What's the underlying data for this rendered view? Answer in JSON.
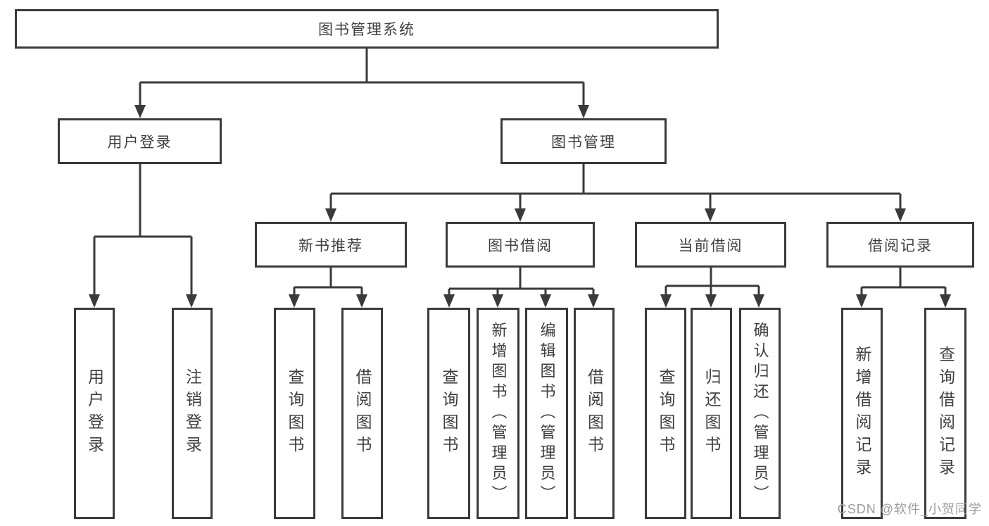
{
  "diagram_title": "图书管理系统",
  "tree": {
    "label": "图书管理系统",
    "children": [
      {
        "label": "用户登录",
        "children": [
          {
            "label": "用户登录"
          },
          {
            "label": "注销登录"
          }
        ]
      },
      {
        "label": "图书管理",
        "children": [
          {
            "label": "新书推荐",
            "children": [
              {
                "label": "查询图书"
              },
              {
                "label": "借阅图书"
              }
            ]
          },
          {
            "label": "图书借阅",
            "children": [
              {
                "label": "查询图书"
              },
              {
                "label": "新增图书（管理员）"
              },
              {
                "label": "编辑图书（管理员）"
              },
              {
                "label": "借阅图书"
              }
            ]
          },
          {
            "label": "当前借阅",
            "children": [
              {
                "label": "查询图书"
              },
              {
                "label": "归还图书"
              },
              {
                "label": "确认归还（管理员）"
              }
            ]
          },
          {
            "label": "借阅记录",
            "children": [
              {
                "label": "新增借阅记录"
              },
              {
                "label": "查询借阅记录"
              }
            ]
          }
        ]
      }
    ]
  },
  "watermark": "CSDN @软件_小贺同学",
  "colors": {
    "line": "#3a3a3a",
    "border": "#3a3a3a",
    "text": "#3f3f3f",
    "background": "#ffffff",
    "watermark": "#9c9c9c"
  }
}
